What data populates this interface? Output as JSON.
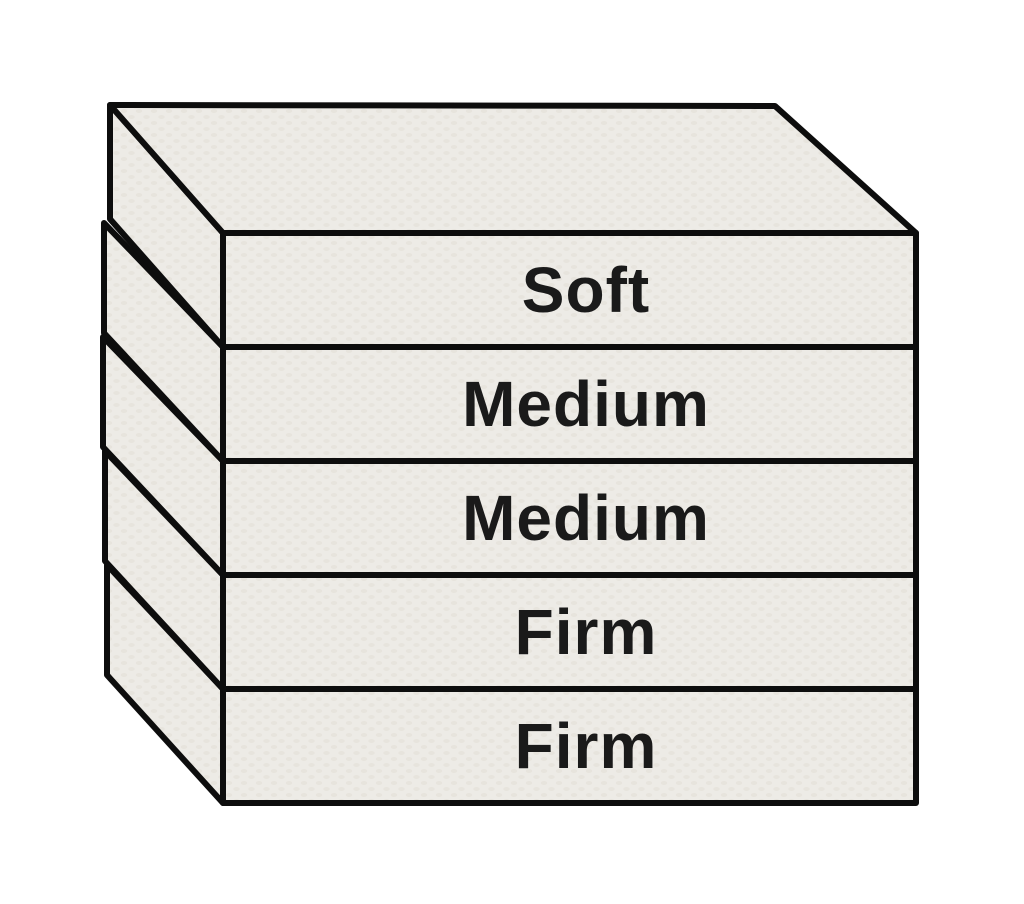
{
  "colors": {
    "background": "#ffffff",
    "face_fill": "#edebe6",
    "texture_dot": "#e1ddd4",
    "stroke": "#0d0d0d",
    "text": "#1a1a1a"
  },
  "diagram": {
    "layers": [
      {
        "label": "Soft"
      },
      {
        "label": "Medium"
      },
      {
        "label": "Medium"
      },
      {
        "label": "Firm"
      },
      {
        "label": "Firm"
      }
    ]
  }
}
